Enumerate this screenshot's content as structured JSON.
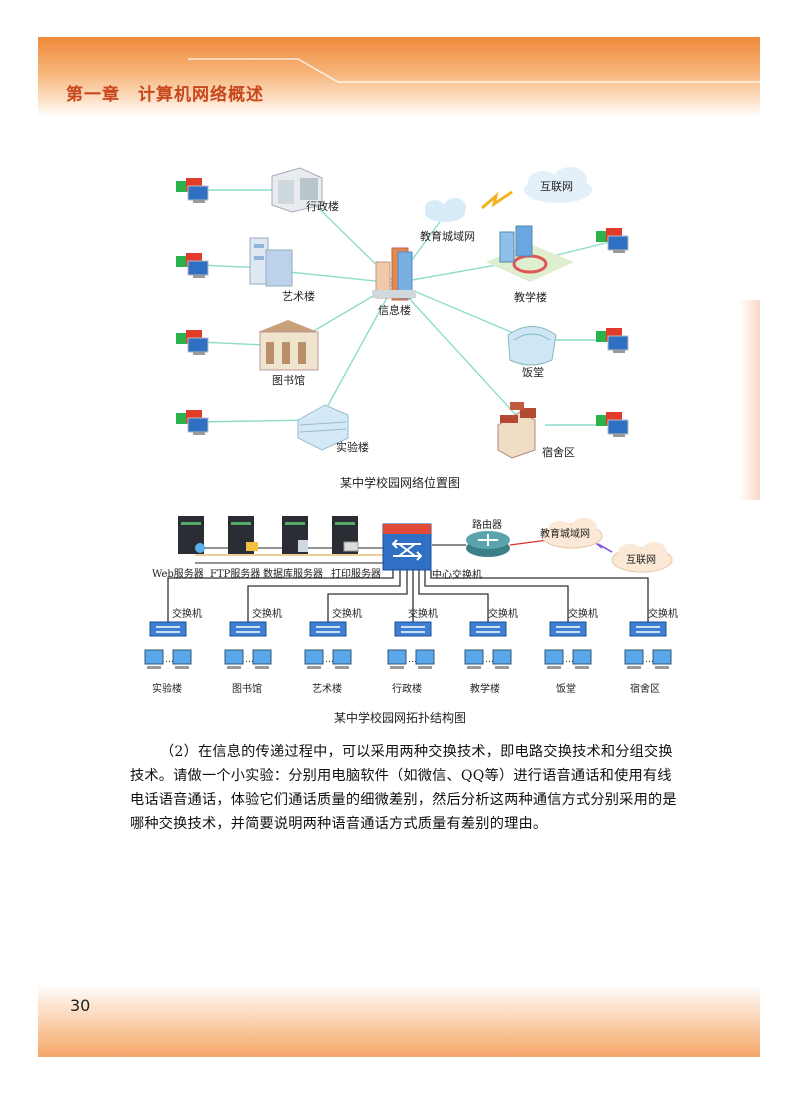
{
  "header": {
    "chapter_title": "第一章　计算机网络概述"
  },
  "figure1": {
    "caption": "某中学校园网络位置图",
    "center_label": "信息楼",
    "city_net_label": "教育城域网",
    "internet_label": "互联网",
    "left_buildings": [
      "行政楼",
      "艺术楼",
      "图书馆",
      "实验楼"
    ],
    "right_buildings": [
      "教学楼",
      "饭堂",
      "宿舍区"
    ]
  },
  "figure2": {
    "caption": "某中学校园网拓扑结构图",
    "servers": [
      "Web服务器",
      "FTP服务器",
      "数据库服务器",
      "打印服务器"
    ],
    "core_switch_label": "中心交换机",
    "router_label": "路由器",
    "city_net_label": "教育城域网",
    "internet_label": "互联网",
    "switch_label": "交换机",
    "buildings": [
      "实验楼",
      "图书馆",
      "艺术楼",
      "行政楼",
      "教学楼",
      "饭堂",
      "宿舍区"
    ]
  },
  "body": {
    "paragraph": "（2）在信息的传递过程中，可以采用两种交换技术，即电路交换技术和分组交换技术。请做一个小实验：分别用电脑软件（如微信、QQ等）进行语音通话和使用有线电话语音通话，体验它们通话质量的细微差别，然后分析这两种通信方式分别采用的是哪种交换技术，并简要说明两种语音通话方式质量有差别的理由。"
  },
  "footer": {
    "page_number": "30"
  },
  "colors": {
    "accent": "#c8471c",
    "banner": "#f08a3a",
    "link_line": "#7fd6c4",
    "switch_blue": "#2f6fc4"
  }
}
